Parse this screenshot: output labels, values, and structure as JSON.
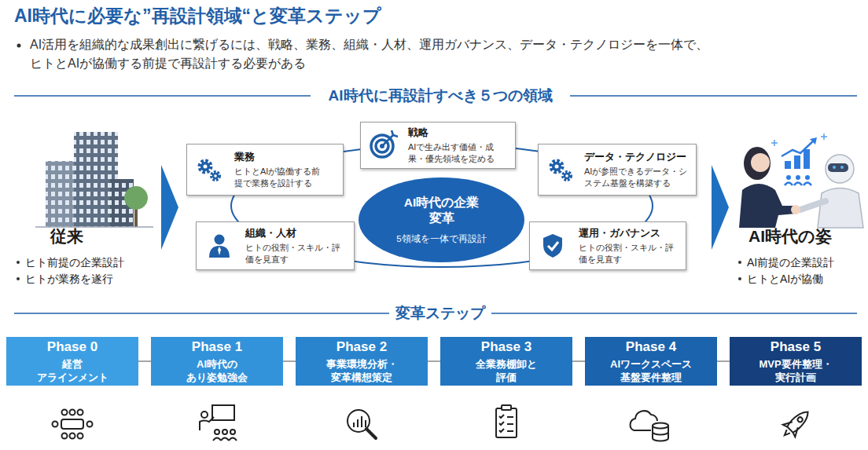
{
  "diagram": {
    "title": "AI時代に必要な”再設計領域“と変革ステップ",
    "nodes": [
      {
        "text": [
          "戦略",
          "AIで生み出す価値・成 果・優先領域を定める"
        ]
      },
      {
        "text": [
          "業務",
          "ヒトとAIが協働する前 提で業務を設計する"
        ]
      },
      {
        "text": [
          "データ・テクノロジー",
          "AIが参照できるデータ・シ ステム基盤を構築する"
        ]
      },
      {
        "text": [
          "AI時代の企業 変革",
          "5領域を一体で再設計"
        ]
      },
      {
        "text": [
          "組織・人材",
          "ヒトの役割・スキル・評 価を見直す"
        ]
      },
      {
        "text": [
          "運用・ガバナンス",
          "ヒトの役割・スキル・評 価を見直す"
        ]
      },
      {
        "text": [
          "Phase 0",
          "経営 アラインメント"
        ]
      },
      {
        "text": [
          "Phase 1",
          "AI時代の あり姿勉強会"
        ]
      },
      {
        "text": [
          "Phase 2",
          "事業環境分析・ 変革構想策定"
        ]
      },
      {
        "text": [
          "Phase 3",
          "全業務棚卸と 評価"
        ]
      },
      {
        "text": [
          "Phase 4",
          "AIワークスペース 基盤要件整理"
        ]
      },
      {
        "text": [
          "Phase 5",
          "MVP要件整理・ 実行計画"
        ]
      }
    ],
    "edges": [
      {
        "from": 6,
        "to": 7,
        "arrow": "none"
      },
      {
        "from": 7,
        "to": 8,
        "arrow": "none"
      },
      {
        "from": 8,
        "to": 9,
        "arrow": "none"
      },
      {
        "from": 9,
        "to": 10,
        "arrow": "none"
      },
      {
        "from": 10,
        "to": 11,
        "arrow": "none"
      }
    ],
    "labels": [
      "AI活用を組織的な成果創出に繋げるには、戦略、業務、組織・人材、運用ガバナンス、データ・テクノロジーを一体で、 ヒトとAIが協働する前提で再設計する必要がある",
      "AI時代に再設計すべき５つの領域",
      "従来",
      "ヒト前提の企業設計",
      "ヒトが業務を遂行",
      "AI時代の姿",
      "AI前提の企業設計",
      "ヒトとAIが協働",
      "変革ステップ"
    ]
  }
}
